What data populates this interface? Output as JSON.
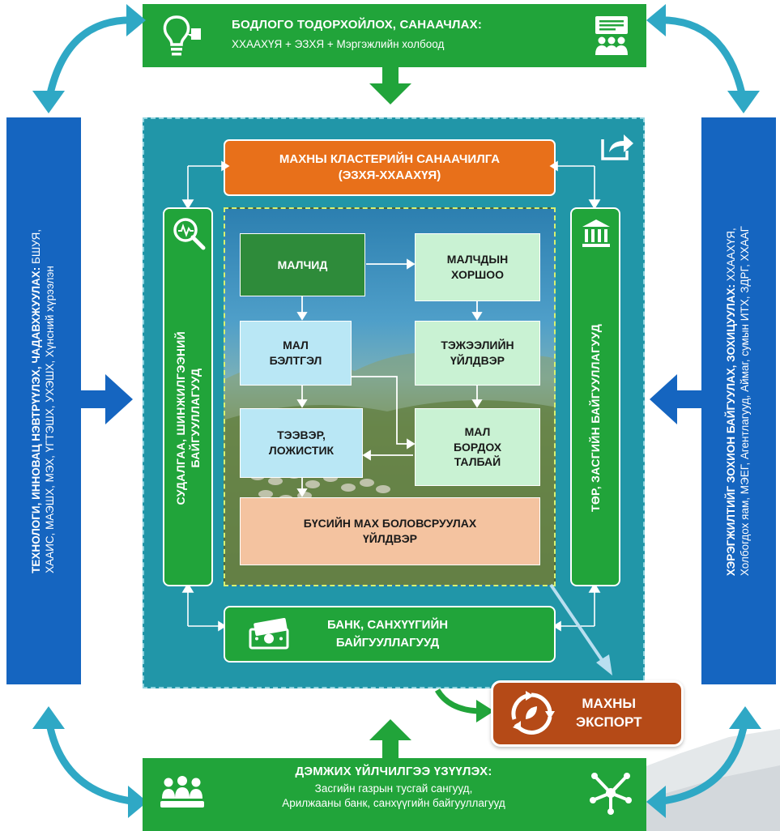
{
  "top_bar": {
    "title": "БОДЛОГО ТОДОРХОЙЛОХ, САНААЧЛАХ:",
    "subtitle": "ХХААХҮЯ + ЭЗХЯ + Мэргэжлийн холбоод"
  },
  "left_panel": {
    "title": "ТЕХНОЛОГИ, ИННОВАЦ НЭВТРҮҮЛЭХ, ЧАДАВХЖУУЛАХ:",
    "line1": "БШУЯ,",
    "line2": "ХААИС, МАЭШХ, МЭХ, ҮГТЭШХ, УХЭШХ, Хүнсний хүрээлэн"
  },
  "right_panel": {
    "title": "ХЭРЭГЖИЛТИЙГ ЗОХИОН БАЙГУУЛАХ, ЗОХИЦУУЛАХ:",
    "line1": "ХХААХҮЯ,",
    "line2": "Холбогдох яам, МЭЕГ, Агентлагууд, Аймаг, сумын ИТХ, ЗДРГ, ХХААГ"
  },
  "cluster": {
    "line1": "МАХНЫ КЛАСТЕРИЙН САНААЧИЛГА",
    "line2": "(ЭЗХЯ-ХХААХҮЯ)"
  },
  "research": {
    "line1": "СУДАЛГАА, ШИНЖИЛГЭЭНИЙ",
    "line2": "БАЙГУУЛЛАГУУД"
  },
  "government": {
    "label": "ТӨР, ЗАСГИЙН БАЙГУУЛЛАГУУД"
  },
  "bank": {
    "line1": "БАНК, САНХҮҮГИЙН",
    "line2": "БАЙГУУЛЛАГУУД"
  },
  "chain": {
    "herders": "МАЛЧИД",
    "coop_l1": "МАЛЧДЫН",
    "coop_l2": "ХОРШОО",
    "prep_l1": "МАЛ",
    "prep_l2": "БЭЛТГЭЛ",
    "feed_l1": "ТЭЖЭЭЛИЙН",
    "feed_l2": "ҮЙЛДВЭР",
    "trans_l1": "ТЭЭВЭР,",
    "trans_l2": "ЛОЖИСТИК",
    "fatten_l1": "МАЛ",
    "fatten_l2": "БОРДОХ",
    "fatten_l3": "ТАЛБАЙ",
    "factory_l1": "БҮСИЙН МАХ БОЛОВСРУУЛАХ",
    "factory_l2": "ҮЙЛДВЭР"
  },
  "export": {
    "line1": "МАХНЫ",
    "line2": "ЭКСПОРТ"
  },
  "bottom_bar": {
    "title": "ДЭМЖИХ ҮЙЛЧИЛГЭЭ ҮЗҮҮЛЭХ:",
    "line1": "Засгийн газрын тусгай сангууд,",
    "line2": "Арилжааны банк, санхүүгийн байгууллагууд"
  },
  "colors": {
    "green": "#21a43a",
    "blue": "#1565c0",
    "teal": "#2196a8",
    "orange": "#e8701a",
    "brown": "#b54a17",
    "cyan_arrow": "#2fa8c5",
    "herders_box": "#2e8b3a",
    "light_green_box": "#c9f2d3",
    "light_blue_box": "#b9e7f5",
    "peach_box": "#f4c3a0"
  },
  "icons": [
    "lightbulb-icon",
    "presentation-icon",
    "share-icon",
    "magnifier-chart-icon",
    "bank-building-icon",
    "money-icon",
    "recycle-icon",
    "people-icon",
    "network-icon"
  ]
}
